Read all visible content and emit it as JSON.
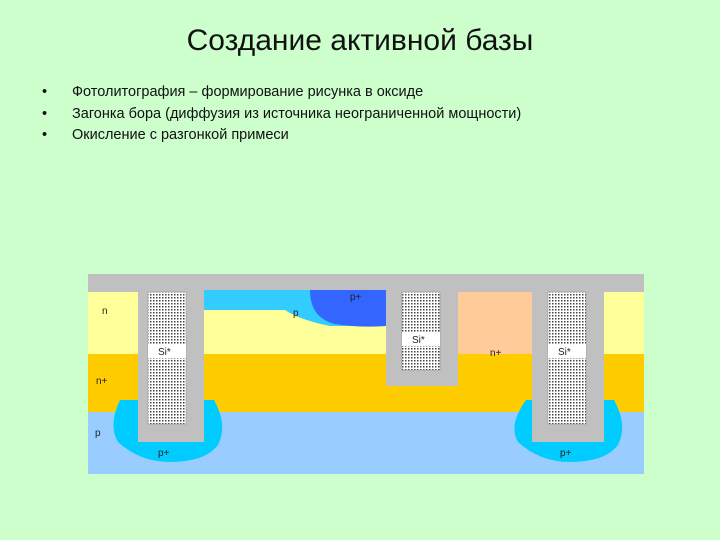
{
  "slide": {
    "title": "Создание активной базы",
    "bullets": [
      "Фотолитография – формирование рисунка в оксиде",
      "Загонка бора (диффузия из источника неограниченной мощности)",
      "Окисление с разгонкой примеси"
    ],
    "bullet_glyph": "•"
  },
  "diagram": {
    "labels": {
      "n_region": "n",
      "p_region": "p",
      "p_plus_top": "p+",
      "si_left": "Si*",
      "si_middle": "Si*",
      "si_right": "Si*",
      "n_plus_right": "n+",
      "n_plus_buried": "n+",
      "p_substrate": "p",
      "p_plus_left": "p+",
      "p_plus_right": "p+"
    },
    "colors": {
      "background": "#ccffcc",
      "oxide": "#c0c0c0",
      "n_epi": "#ffff99",
      "n_plus_buried": "#ffcc00",
      "p_substrate": "#99ccff",
      "p_plus_isolation": "#00ccff",
      "p_base": "#33ccff",
      "p_plus_top": "#3366ff",
      "n_plus_collector": "#ffcc99",
      "polysilicon": "#e8e8e8"
    }
  }
}
